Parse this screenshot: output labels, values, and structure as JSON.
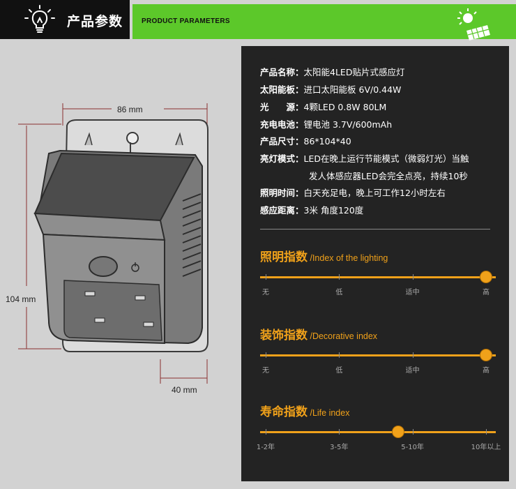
{
  "header": {
    "title": "产品参数",
    "subtitle": "PRODUCT PARAMETERS",
    "icons": [
      "lightbulb-icon",
      "solar-panel-icon"
    ],
    "colors": {
      "left_bg": "#111111",
      "right_bg": "#5cc82a"
    }
  },
  "dimensions": {
    "width": "86 mm",
    "height": "104 mm",
    "depth": "40 mm"
  },
  "specs": [
    {
      "label": "产品名称：",
      "value": "太阳能4LED贴片式感应灯"
    },
    {
      "label": "太阳能板：",
      "value": "进口太阳能板 6V/0.44W"
    },
    {
      "label": "光　　源：",
      "value": "4颗LED 0.8W 80LM"
    },
    {
      "label": "充电电池：",
      "value": "锂电池 3.7V/600mAh"
    },
    {
      "label": "产品尺寸：",
      "value": "86*104*40"
    },
    {
      "label": "亮灯模式：",
      "value": "LED在晚上运行节能模式（微弱灯光）当触"
    },
    {
      "label": "",
      "value": "发人体感应器LED会完全点亮，持续10秒"
    },
    {
      "label": "照明时间：",
      "value": "白天充足电，晚上可工作12小时左右"
    },
    {
      "label": "感应距离：",
      "value": "3米  角度120度"
    }
  ],
  "indices": [
    {
      "title_cn": "照明指数",
      "slash": " /",
      "title_en": "Index of the lighting",
      "labels": [
        "无",
        "低",
        "适中",
        "高"
      ],
      "level": 1.0
    },
    {
      "title_cn": "装饰指数",
      "slash": " /",
      "title_en": "Decorative index",
      "labels": [
        "无",
        "低",
        "适中",
        "高"
      ],
      "level": 1.0
    },
    {
      "title_cn": "寿命指数",
      "slash": " /",
      "title_en": "Life index",
      "labels": [
        "1-2年",
        "3-5年",
        "5-10年",
        "10年以上"
      ],
      "level": 0.6
    }
  ],
  "accent_color": "#f0a11a"
}
